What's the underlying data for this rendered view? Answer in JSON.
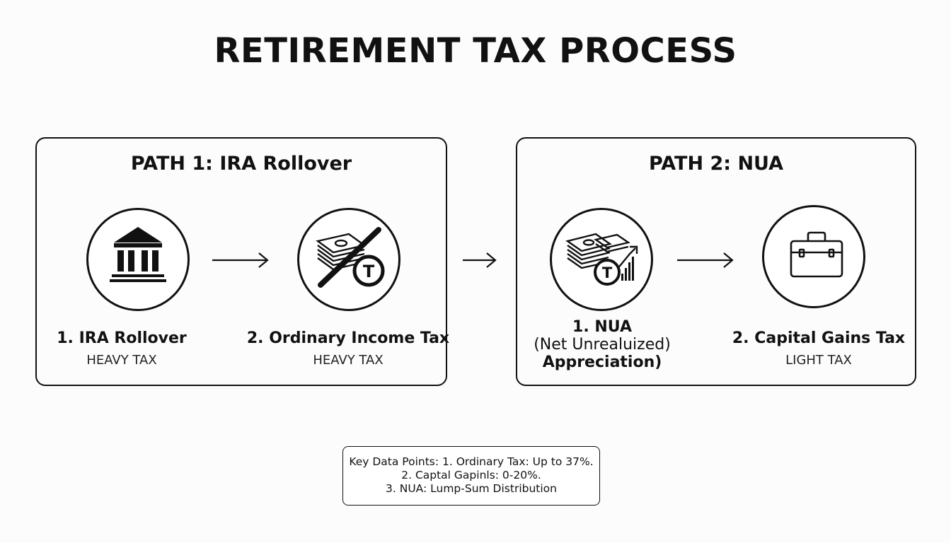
{
  "title": "RETIREMENT TAX PROCESS",
  "path1": {
    "title": "PATH 1: IRA Rollover",
    "steps": [
      {
        "label": "1. IRA Rollover",
        "tag": "HEAVY TAX",
        "icon": "bank-icon"
      },
      {
        "label": "2. Ordinary Income Tax",
        "tag": "HEAVY TAX",
        "icon": "crossed-money-tax-icon"
      }
    ]
  },
  "path2": {
    "title": "PATH 2: NUA",
    "steps": [
      {
        "label_lines": [
          "1. NUA",
          "(Net Unrealuized)",
          "Appreciation)"
        ],
        "icon": "money-growth-tax-icon"
      },
      {
        "label": "2. Capital Gains Tax",
        "tag": "LIGHT TAX",
        "icon": "briefcase-icon"
      }
    ]
  },
  "tax_glyph": "T",
  "key_data": {
    "line1": "Key Data Points: 1. Ordinary Tax: Up to 37%.",
    "line2": "2. Captal Gapinls: 0-20%.",
    "line3": "3. NUA: Lump-Sum Distribution"
  }
}
